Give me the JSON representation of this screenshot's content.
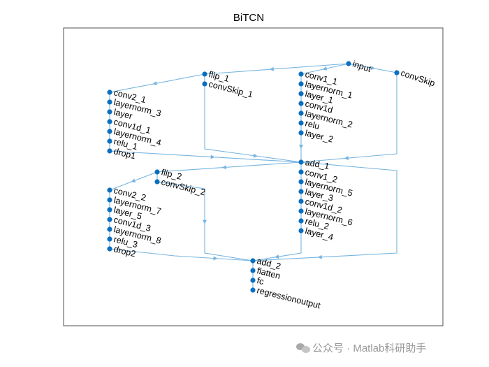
{
  "title": "BiTCN",
  "nodes": {
    "input": "input",
    "convSkip": "convSkip",
    "flip_1": "flip_1",
    "convSkip_1": "convSkip_1",
    "conv2_1": "conv2_1",
    "layernorm_3": "layernorm_3",
    "layer": "layer",
    "conv1d_1": "conv1d_1",
    "layernorm_4": "layernorm_4",
    "relu_1": "relu_1",
    "drop1": "drop1",
    "conv1_1": "conv1_1",
    "layernorm_1": "layernorm_1",
    "layer_1": "layer_1",
    "conv1d": "conv1d",
    "layernorm_2": "layernorm_2",
    "relu": "relu",
    "layer_2": "layer_2",
    "add_1": "add_1",
    "conv1_2": "conv1_2",
    "layernorm_5": "layernorm_5",
    "layer_3": "layer_3",
    "conv1d_2": "conv1d_2",
    "layernorm_6": "layernorm_6",
    "relu_2": "relu_2",
    "layer_4": "layer_4",
    "flip_2": "flip_2",
    "convSkip_2": "convSkip_2",
    "conv2_2": "conv2_2",
    "layernorm_7": "layernorm_7",
    "layer_5": "layer_5",
    "conv1d_3": "conv1d_3",
    "layernorm_8": "layernorm_8",
    "relu_3": "relu_3",
    "drop2": "drop2",
    "add_2": "add_2",
    "flatten": "flatten",
    "fc": "fc",
    "regressionoutput": "regressionoutput"
  },
  "watermark": "公众号 · Matlab科研助手",
  "colors": {
    "node": "#0b6fbf",
    "edge": "#76b4e0",
    "frame": "#262626"
  }
}
